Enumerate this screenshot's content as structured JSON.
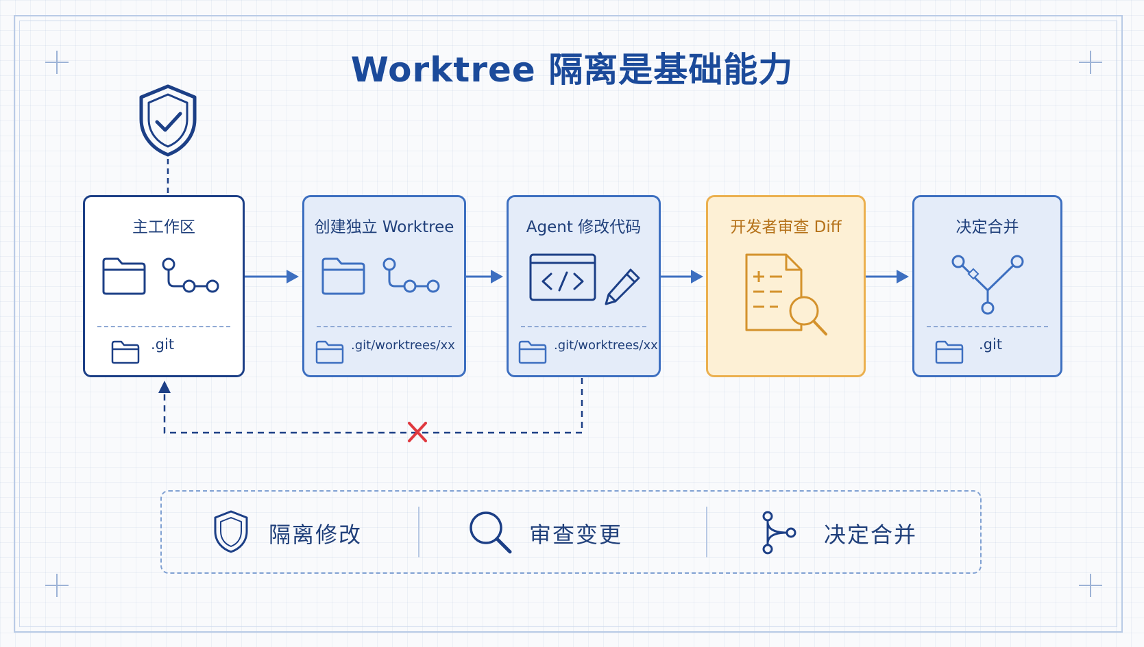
{
  "title": "Worktree 隔离是基础能力",
  "steps": [
    {
      "label": "主工作区",
      "path": ".git"
    },
    {
      "label": "创建独立 Worktree",
      "path": ".git/worktrees/xx"
    },
    {
      "label": "Agent 修改代码",
      "path": ".git/worktrees/xx"
    },
    {
      "label": "开发者审查 Diff"
    },
    {
      "label": "决定合并",
      "path": ".git"
    }
  ],
  "legend": [
    {
      "label": "隔离修改",
      "icon": "shield-icon"
    },
    {
      "label": "审查变更",
      "icon": "search-icon"
    },
    {
      "label": "决定合并",
      "icon": "merge-icon"
    }
  ],
  "colors": {
    "primary": "#1c3f86",
    "accent": "#3d6fc0",
    "review": "#ebb04f",
    "blocked": "#e0383e"
  }
}
